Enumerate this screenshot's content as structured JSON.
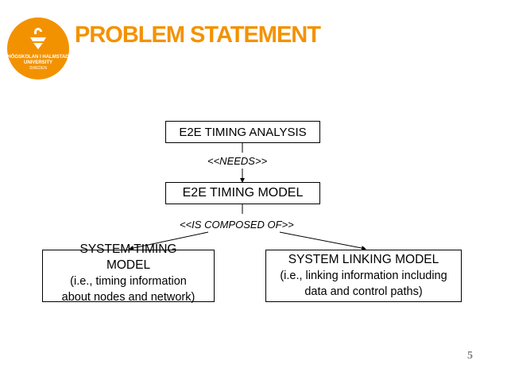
{
  "header": {
    "title": "PROBLEM STATEMENT",
    "logo": {
      "text_line1": "HÖGSKOLAN I HALMSTAD",
      "text_line2": "UNIVERSITY",
      "text_line3": "SWEDEN",
      "accent": "#f39200"
    }
  },
  "diagram": {
    "nodes": {
      "analysis": "E2E TIMING ANALYSIS",
      "model": "E2E TIMING MODEL",
      "system_timing": {
        "line1": "SYSTEM TIMING",
        "line2": "MODEL",
        "line3": "(i.e., timing information",
        "line4": "about nodes and network)"
      },
      "system_linking": {
        "line1": "SYSTEM LINKING MODEL",
        "line2": "(i.e., linking information including",
        "line3": "data and control paths)"
      }
    },
    "relations": {
      "needs": "<<NEEDS>>",
      "composed_of": "<<IS COMPOSED OF>>"
    }
  },
  "footer": {
    "page_number": "5"
  }
}
